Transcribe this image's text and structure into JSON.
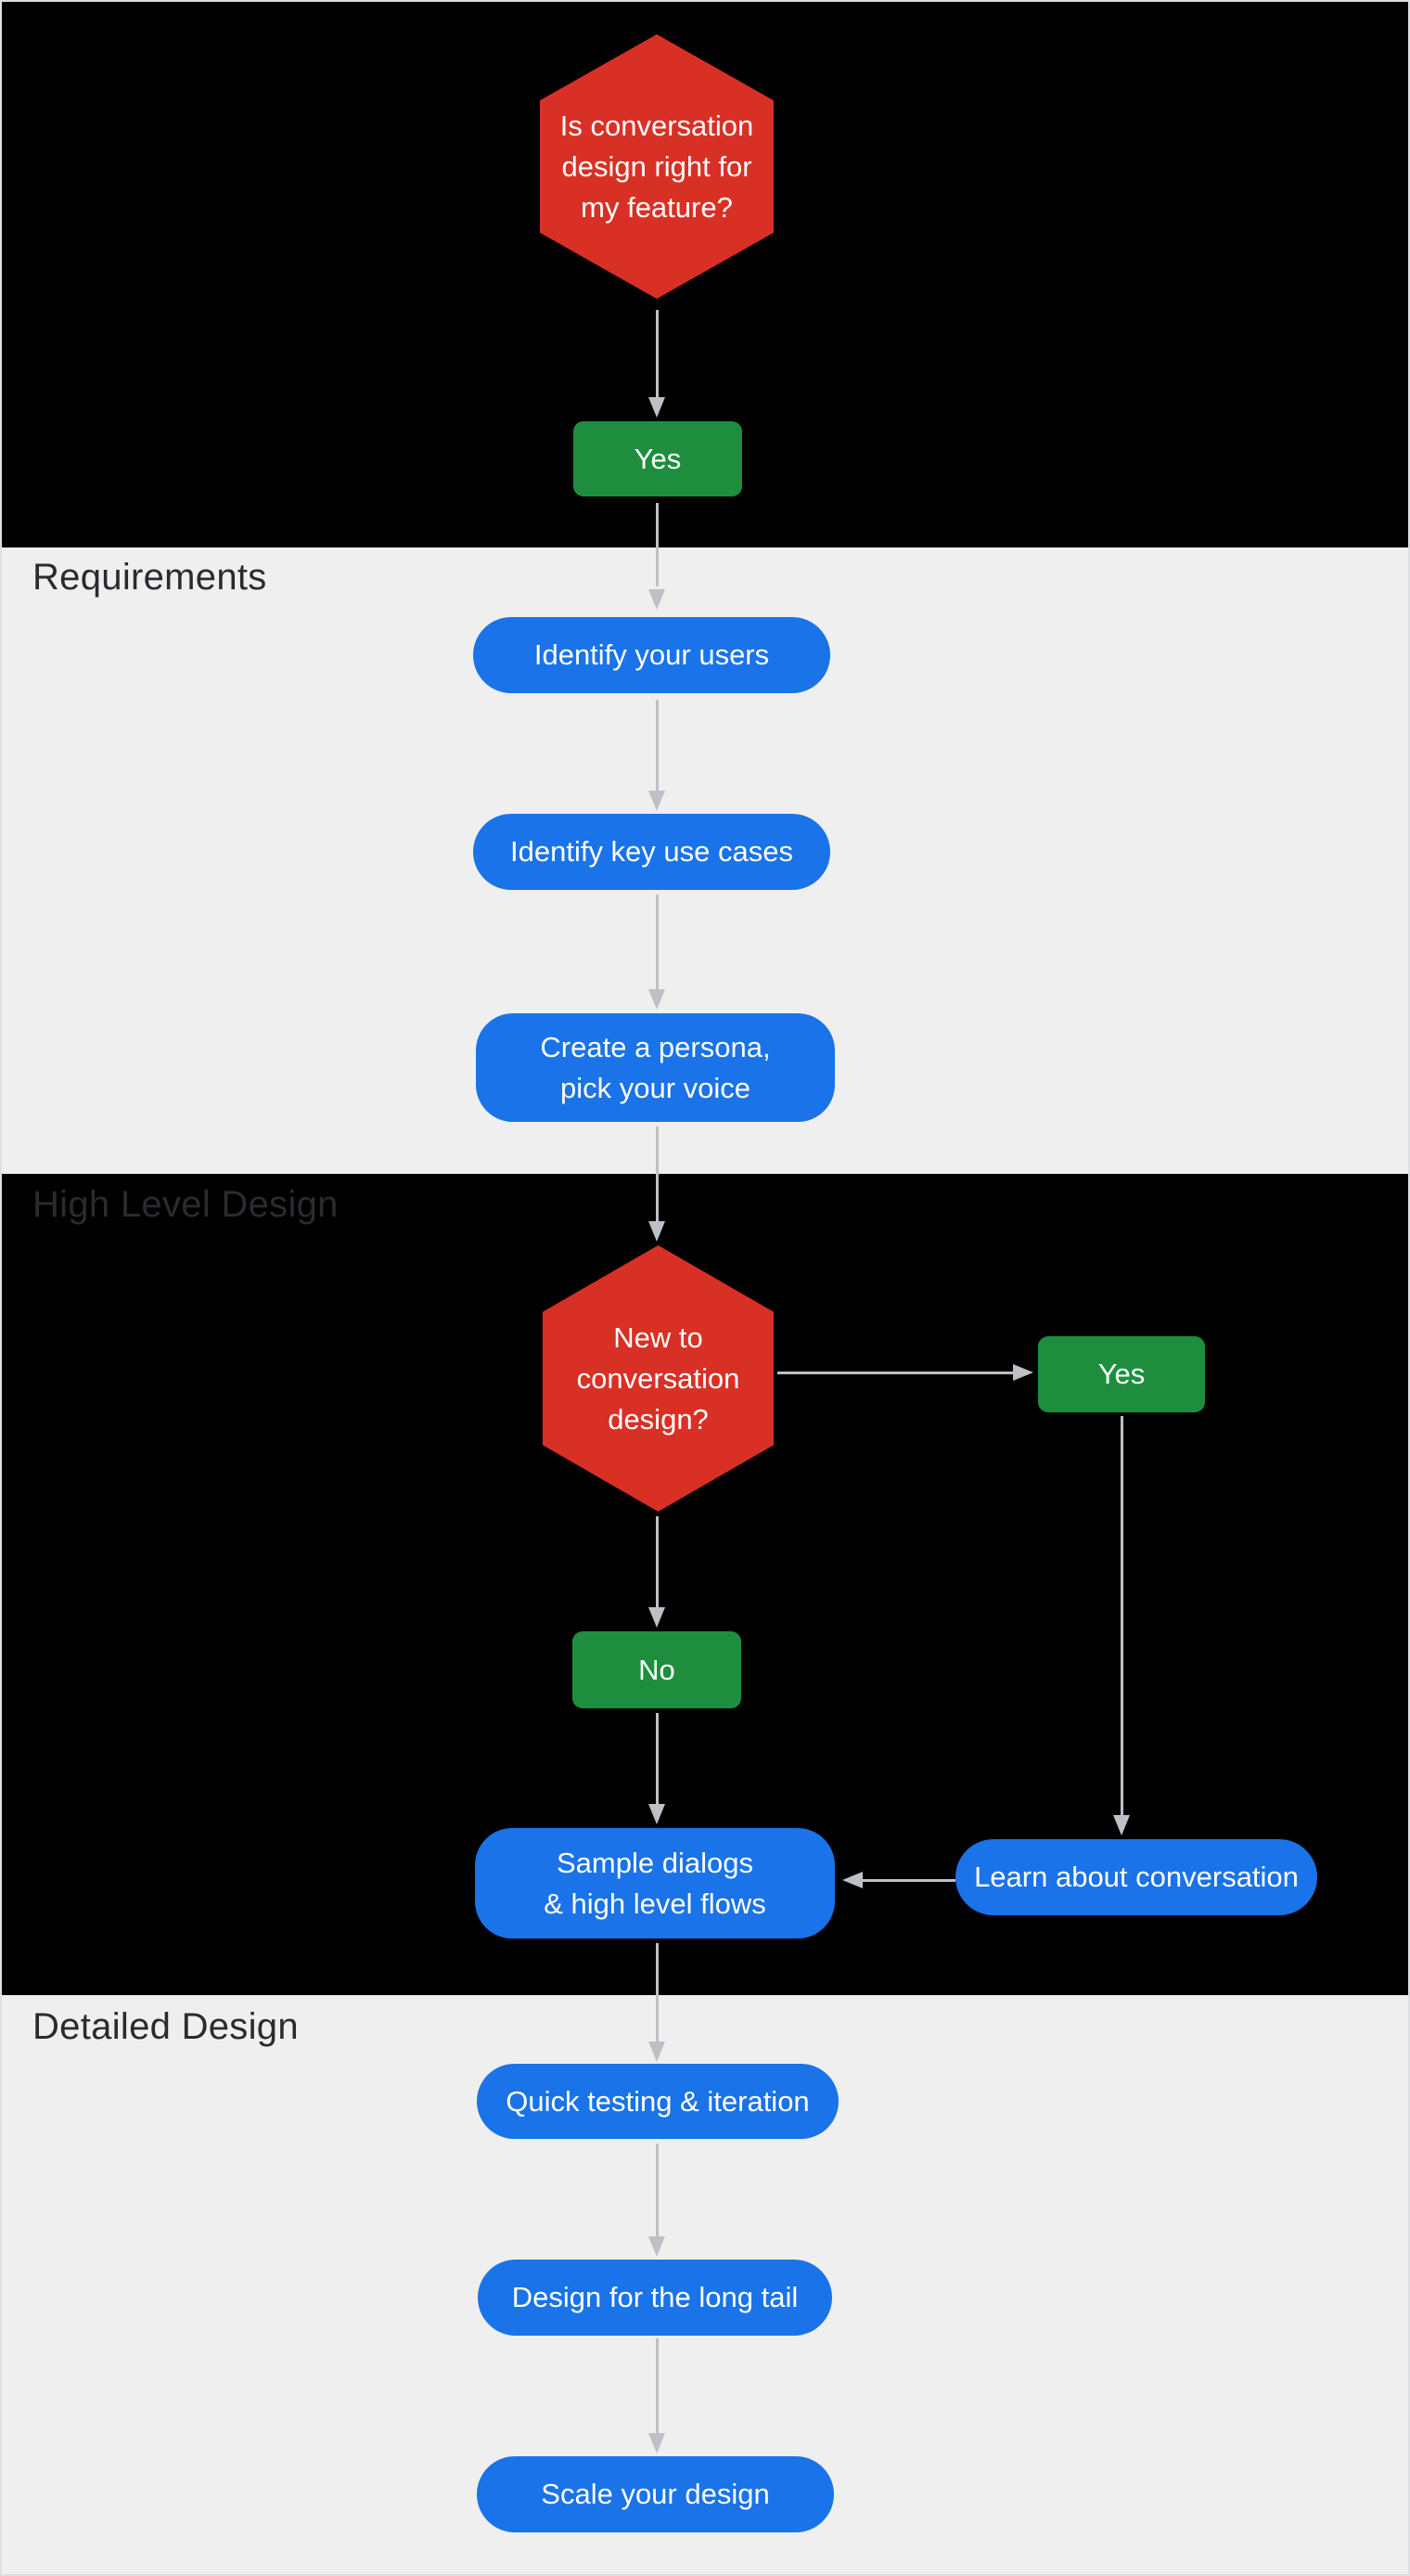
{
  "colors": {
    "red": "#d93025",
    "green": "#1e8e3e",
    "blue": "#1a73e8",
    "section-dark": "#000000",
    "section-light": "#efefef",
    "arrow": "#bdc1c6",
    "label": "#2a2b2e",
    "node-text": "#ffffff"
  },
  "sections": {
    "requirements": {
      "label": "Requirements"
    },
    "high_level_design": {
      "label": "High Level Design"
    },
    "detailed_design": {
      "label": "Detailed Design"
    }
  },
  "nodes": {
    "q1": {
      "type": "decision",
      "text": "Is conversation\ndesign right for\nmy feature?"
    },
    "yes1": {
      "type": "answer",
      "text": "Yes"
    },
    "identify_users": {
      "type": "step",
      "text": "Identify your users"
    },
    "key_use_cases": {
      "type": "step",
      "text": "Identify key use cases"
    },
    "persona_voice": {
      "type": "step",
      "text": "Create a persona,\npick your voice"
    },
    "q2": {
      "type": "decision",
      "text": "New to\nconversation\ndesign?"
    },
    "yes2": {
      "type": "answer",
      "text": "Yes"
    },
    "no1": {
      "type": "answer",
      "text": "No"
    },
    "sample_dialogs": {
      "type": "step",
      "text": "Sample dialogs\n& high level flows"
    },
    "learn_conversation": {
      "type": "step",
      "text": "Learn about conversation"
    },
    "quick_testing": {
      "type": "step",
      "text": "Quick testing & iteration"
    },
    "long_tail": {
      "type": "step",
      "text": "Design for the long tail"
    },
    "scale_design": {
      "type": "step",
      "text": "Scale your design"
    }
  },
  "edges": [
    {
      "from": "q1",
      "to": "yes1"
    },
    {
      "from": "yes1",
      "to": "identify_users"
    },
    {
      "from": "identify_users",
      "to": "key_use_cases"
    },
    {
      "from": "key_use_cases",
      "to": "persona_voice"
    },
    {
      "from": "persona_voice",
      "to": "q2"
    },
    {
      "from": "q2",
      "to": "yes2"
    },
    {
      "from": "q2",
      "to": "no1"
    },
    {
      "from": "yes2",
      "to": "learn_conversation"
    },
    {
      "from": "learn_conversation",
      "to": "sample_dialogs"
    },
    {
      "from": "no1",
      "to": "sample_dialogs"
    },
    {
      "from": "sample_dialogs",
      "to": "quick_testing"
    },
    {
      "from": "quick_testing",
      "to": "long_tail"
    },
    {
      "from": "long_tail",
      "to": "scale_design"
    }
  ]
}
